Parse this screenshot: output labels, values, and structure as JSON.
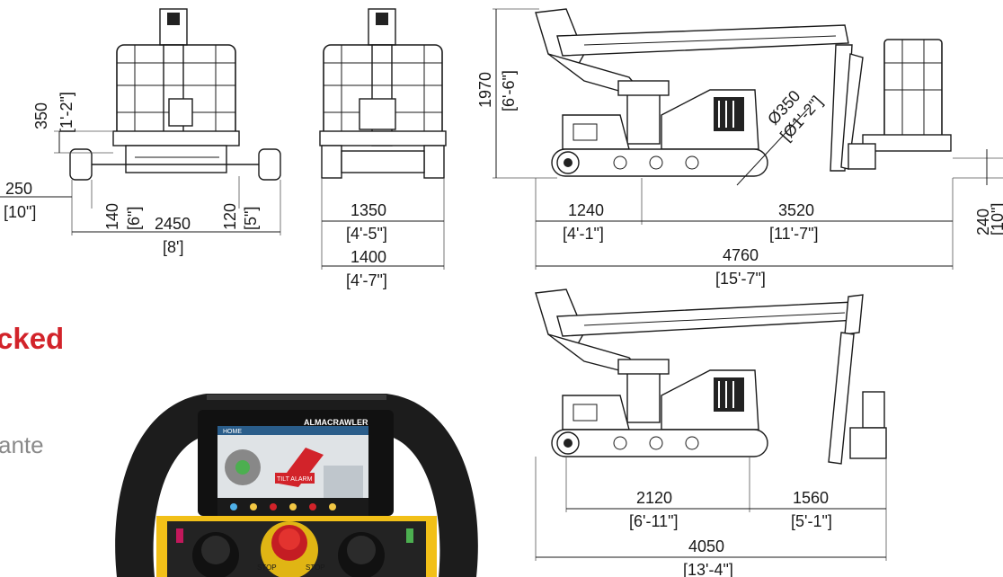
{
  "front_view": {
    "guard_height": "350",
    "guard_height_imp": "[1'-2\"]",
    "outrigger_offset": "250",
    "outrigger_offset_imp": "[10\"]",
    "clearance_left": "140",
    "clearance_left_imp": "[6\"]",
    "overall_width": "2450",
    "overall_width_imp": "[8']",
    "clearance_right": "120",
    "clearance_right_imp": "[5\"]"
  },
  "rear_view": {
    "track_width": "1350",
    "track_width_imp": "[4'-5\"]",
    "body_width": "1400",
    "body_width_imp": "[4'-7\"]"
  },
  "side_view": {
    "height": "1970",
    "height_imp": "[6'-6\"]",
    "diameter": "Ø350",
    "diameter_imp": "[Ø1'-2\"]",
    "front_length": "1240",
    "front_length_imp": "[4'-1\"]",
    "rear_length": "3520",
    "rear_length_imp": "[11'-7\"]",
    "total_length": "4760",
    "total_length_imp": "[15'-7\"]",
    "ground_clearance": "240",
    "ground_clearance_imp": "[10\"]"
  },
  "side_view_compact": {
    "chassis_length": "2120",
    "chassis_length_imp": "[6'-11\"]",
    "jib_length": "1560",
    "jib_length_imp": "[5'-1\"]",
    "total_length": "4050",
    "total_length_imp": "[13'-4\"]"
  },
  "section": {
    "heading": "cked",
    "subheading": "ante"
  },
  "controller": {
    "brand": "ALMACRAWLER",
    "tab": "HOME",
    "alarm": "TILT ALARM",
    "stop_label": "STOP"
  }
}
